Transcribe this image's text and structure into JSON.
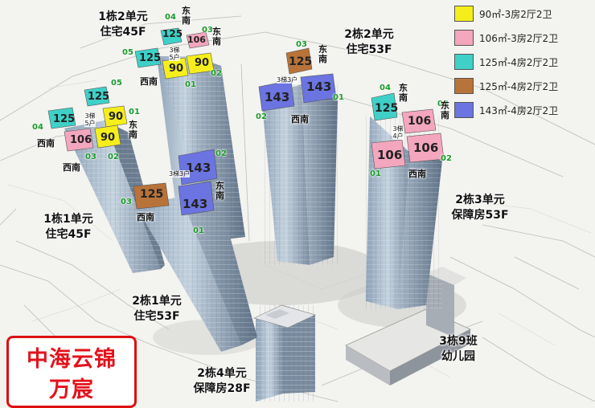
{
  "legend": [
    {
      "label": "90㎡-3房2厅2卫",
      "color": "#f5ee1c"
    },
    {
      "label": "106㎡-3房2厅2卫",
      "color": "#f4a6be"
    },
    {
      "label": "125㎡-4房2厅2卫",
      "color": "#3fd0c8"
    },
    {
      "label": "125㎡-4房2厅2卫",
      "color": "#b8733a"
    },
    {
      "label": "143㎡-4房2厅2卫",
      "color": "#6b74e0"
    }
  ],
  "buildings": {
    "b1u2": [
      "1栋2单元",
      "住宅45F"
    ],
    "b1u1": [
      "1栋1单元",
      "住宅45F"
    ],
    "b2u2": [
      "2栋2单元",
      "住宅53F"
    ],
    "b2u1": [
      "2栋1单元",
      "住宅53F"
    ],
    "b2u3": [
      "2栋3单元",
      "保障房53F"
    ],
    "b2u4": [
      "2栋4单元",
      "保障房28F"
    ],
    "b3": [
      "3栋9班",
      "幼儿园"
    ]
  },
  "brand": {
    "line1": "中海云锦",
    "line2": "万宸"
  },
  "units": {
    "u90": "90",
    "u106": "106",
    "u125": "125",
    "u143": "143"
  },
  "unit_numbers": {
    "n01": "01",
    "n02": "02",
    "n03": "03",
    "n04": "04",
    "n05": "05"
  },
  "directions": {
    "se": "东南",
    "sw": "西南"
  },
  "core_labels": {
    "c_3_5": "3梯\n5户",
    "c_3_4": "3梯\n4户",
    "c_3_3": "3梯3户"
  }
}
